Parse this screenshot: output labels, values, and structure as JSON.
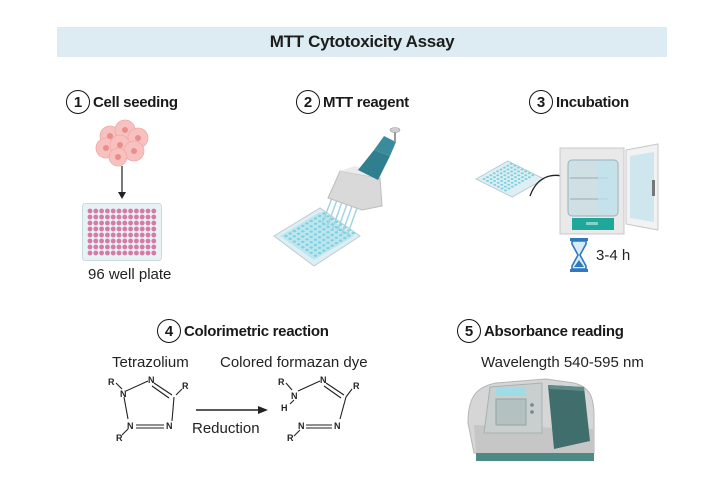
{
  "title": "MTT Cytotoxicity Assay",
  "steps": [
    {
      "number": "1",
      "label": "Cell seeding",
      "caption": "96 well plate"
    },
    {
      "number": "2",
      "label": "MTT reagent"
    },
    {
      "number": "3",
      "label": "Incubation",
      "duration": "3-4 h"
    },
    {
      "number": "4",
      "label": "Colorimetric reaction",
      "reactant": "Tetrazolium",
      "product": "Colored formazan dye",
      "arrow_label": "Reduction"
    },
    {
      "number": "5",
      "label": "Absorbance reading",
      "wavelength": "Wavelength 540-595 nm"
    }
  ],
  "chem_labels": {
    "R": "R",
    "N": "N",
    "H": "H"
  },
  "colors": {
    "banner": "#dcecf2",
    "cell_pink": "#f2a7a7",
    "well_pink": "#d77aa8",
    "well_cyan": "#7fd3e0",
    "teal": "#2f7f8f",
    "incubator_green": "#1fa89a",
    "hourglass_blue": "#2f79c0",
    "spectro_dark": "#3f6e6c"
  }
}
